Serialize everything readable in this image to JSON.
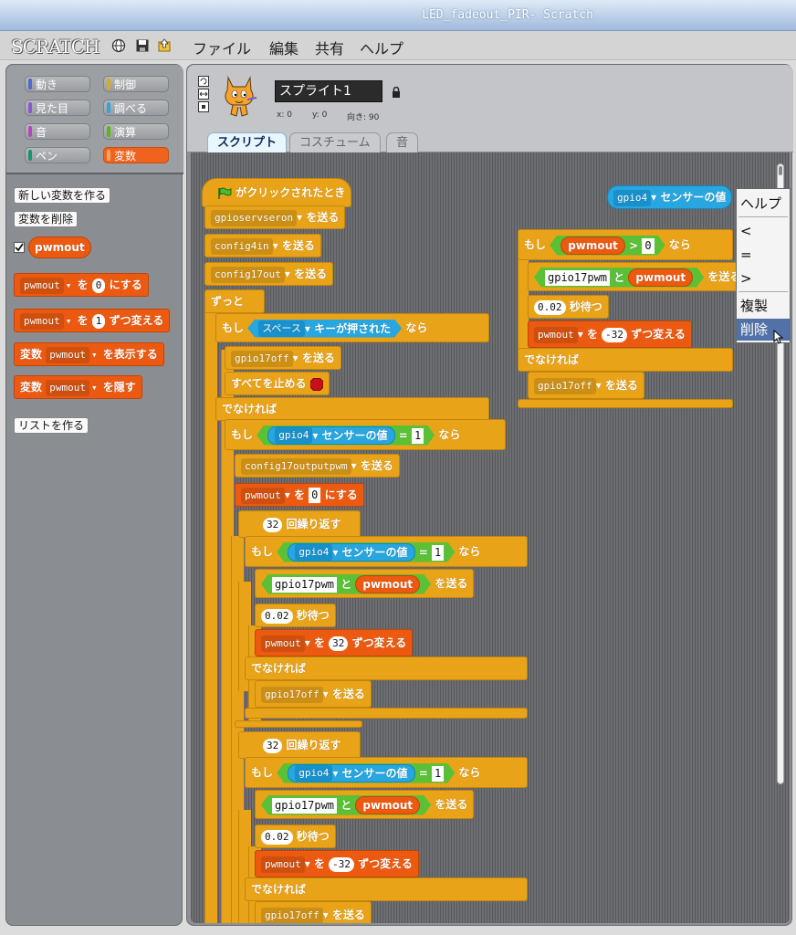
{
  "window": {
    "title": "LED_fadeout_PIR- Scratch"
  },
  "menu": {
    "logo": "SCRATCH",
    "items": [
      "ファイル",
      "編集",
      "共有",
      "ヘルプ"
    ]
  },
  "categories": [
    {
      "label": "動き",
      "color": "#4a6cd4"
    },
    {
      "label": "制御",
      "color": "#e1a91a"
    },
    {
      "label": "見た目",
      "color": "#8a55d7"
    },
    {
      "label": "調べる",
      "color": "#2ca5e2"
    },
    {
      "label": "音",
      "color": "#bb42c3"
    },
    {
      "label": "演算",
      "color": "#5cb712"
    },
    {
      "label": "ペン",
      "color": "#0e9a6c"
    },
    {
      "label": "変数",
      "color": "#ee7d16"
    }
  ],
  "palette": {
    "make_var": "新しい変数を作る",
    "delete_var": "変数を削除",
    "var_name": "pwmout",
    "set_block": {
      "var": "pwmout",
      "pre": "を",
      "val": "0",
      "post": "にする"
    },
    "change_block": {
      "var": "pwmout",
      "pre": "を",
      "val": "1",
      "post": "ずつ変える"
    },
    "show_block": {
      "lead": "変数",
      "var": "pwmout",
      "post": "を表示する"
    },
    "hide_block": {
      "lead": "変数",
      "var": "pwmout",
      "post": "を隠す"
    },
    "make_list": "リストを作る"
  },
  "sprite": {
    "name": "スプライト1",
    "x_label": "x: 0",
    "y_label": "y: 0",
    "dir_label": "向き: 90"
  },
  "tabs": [
    "スクリプト",
    "コスチューム",
    "音"
  ],
  "script": {
    "hat": "がクリックされたとき",
    "b1": {
      "dd": "gpioservseron",
      "post": "を送る"
    },
    "b2": {
      "dd": "config4in",
      "post": "を送る"
    },
    "b3": {
      "dd": "config17out",
      "post": "を送る"
    },
    "forever": "ずっと",
    "if1": {
      "pre": "もし",
      "key": "スペース",
      "keytail": "キーが押された",
      "post": "なら"
    },
    "b4": {
      "dd": "gpio17off",
      "post": "を送る"
    },
    "stopall": "すべてを止める",
    "else": "でなければ",
    "if2": {
      "pre": "もし",
      "sensor": "gpio4",
      "sentail": "センサーの値",
      "eq": "=",
      "val": "1",
      "post": "なら"
    },
    "b5": {
      "dd": "config17outputpwm",
      "post": "を送る"
    },
    "b6": {
      "dd": "pwmout",
      "pre": "を",
      "val": "0",
      "post": "にする"
    },
    "rep1": {
      "val": "32",
      "post": "回繰り返す"
    },
    "if3": {
      "pre": "もし",
      "sensor": "gpio4",
      "sentail": "センサーの値",
      "eq": "=",
      "val": "1",
      "post": "なら"
    },
    "b7": {
      "txt": "gpio17pwm",
      "join": "と",
      "var": "pwmout",
      "post": "を送る"
    },
    "wait1": {
      "val": "0.02",
      "post": "秒待つ"
    },
    "b8": {
      "dd": "pwmout",
      "pre": "を",
      "val": "32",
      "post": "ずつ変える"
    },
    "else2": "でなければ",
    "b9": {
      "dd": "gpio17off",
      "post": "を送る"
    },
    "rep2": {
      "val": "32",
      "post": "回繰り返す"
    },
    "if4": {
      "pre": "もし",
      "sensor": "gpio4",
      "sentail": "センサーの値",
      "eq": "=",
      "val": "1",
      "post": "なら"
    },
    "b10": {
      "txt": "gpio17pwm",
      "join": "と",
      "var": "pwmout",
      "post": "を送る"
    },
    "wait2": {
      "val": "0.02",
      "post": "秒待つ"
    },
    "b11": {
      "dd": "pwmout",
      "pre": "を",
      "val": "-32",
      "post": "ずつ変える"
    },
    "else3": "でなければ",
    "b12": {
      "dd": "gpio17off",
      "post": "を送る"
    }
  },
  "script2": {
    "reporter": {
      "dd": "gpio4",
      "post": "センサーの値"
    },
    "if": {
      "pre": "もし",
      "var": "pwmout",
      "op": ">",
      "val": "0",
      "post": "なら"
    },
    "send": {
      "txt": "gpio17pwm",
      "join": "と",
      "var": "pwmout",
      "post": "を送る"
    },
    "wait": {
      "val": "0.02",
      "post": "秒待つ"
    },
    "change": {
      "dd": "pwmout",
      "pre": "を",
      "val": "-32",
      "post": "ずつ変える"
    },
    "else": "でなければ",
    "off": {
      "dd": "gpio17off",
      "post": "を送る"
    }
  },
  "context_menu": {
    "items": [
      "ヘルプ",
      "<",
      "=",
      ">",
      "複製",
      "削除"
    ],
    "highlighted": "削除"
  }
}
